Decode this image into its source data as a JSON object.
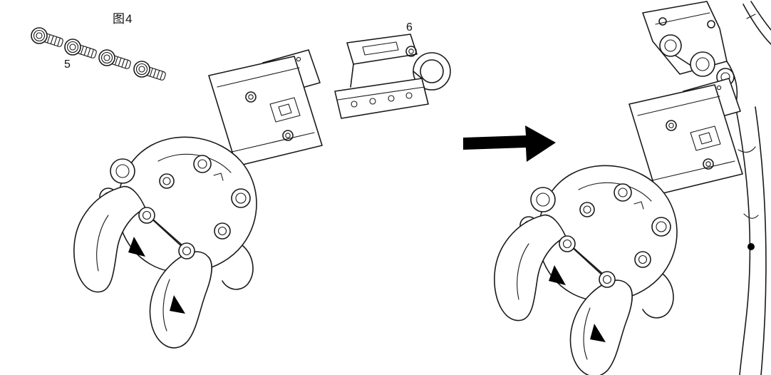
{
  "diagram": {
    "figure_label": "图4",
    "parts": [
      {
        "label": "5",
        "name": "screws"
      },
      {
        "label": "6",
        "name": "bracket"
      }
    ]
  },
  "colors": {
    "line": "#1a1a1a",
    "arrow": "#000000",
    "background": "#ffffff"
  }
}
